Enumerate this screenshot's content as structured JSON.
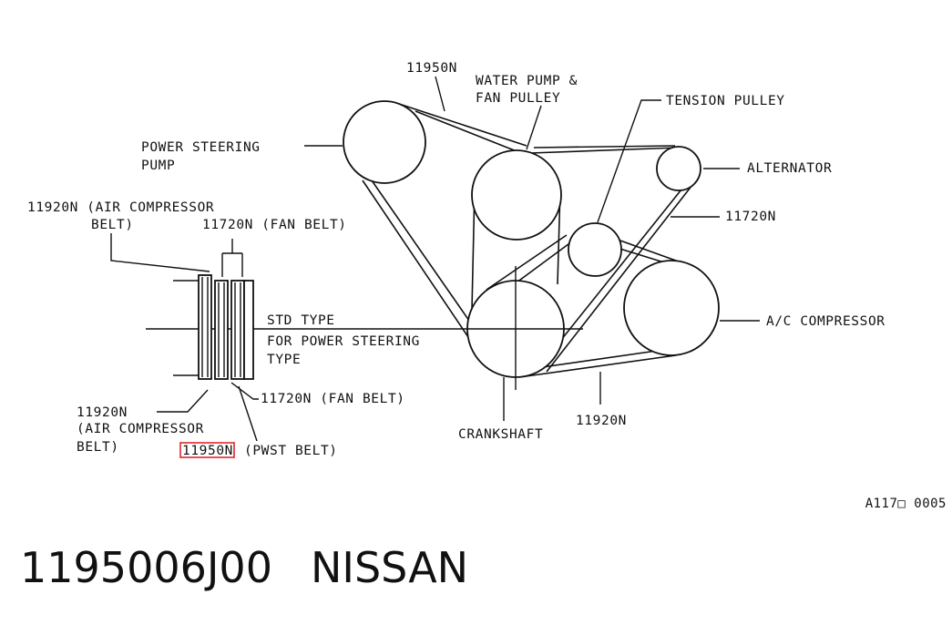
{
  "diagram": {
    "colors": {
      "line": "#111111",
      "highlight": "#e0262d"
    },
    "labels": {
      "pwr_belt_top": "11950N",
      "water_pump_1": "WATER PUMP &",
      "water_pump_2": "FAN PULLEY",
      "tension": "TENSION PULLEY",
      "ps_pump_1": "POWER STEERING",
      "ps_pump_2": "PUMP",
      "alternator": "ALTERNATOR",
      "fan_belt_right": "11720N",
      "air_comp_1": "11920N (AIR COMPRESSOR",
      "air_comp_2": "BELT)",
      "fan_belt_top": "11720N (FAN BELT)",
      "ac_comp": "A/C COMPRESSOR",
      "std_type": "STD TYPE",
      "ps_type_1": "FOR POWER STEERING",
      "ps_type_2": "TYPE",
      "fan_belt_bottom": "11720N (FAN BELT)",
      "ac_belt_bottom": "11920N",
      "air_comp_bottom_1": "11920N",
      "air_comp_bottom_2": "(AIR COMPRESSOR",
      "air_comp_bottom_3": "BELT)",
      "pwst_belt_part": "11950N",
      "pwst_belt_rest": "(PWST BELT)",
      "crankshaft": "CRANKSHAFT"
    },
    "figure_code": "A117□ 0005"
  },
  "footer": {
    "part_number": "1195006J00",
    "brand": "NISSAN"
  }
}
